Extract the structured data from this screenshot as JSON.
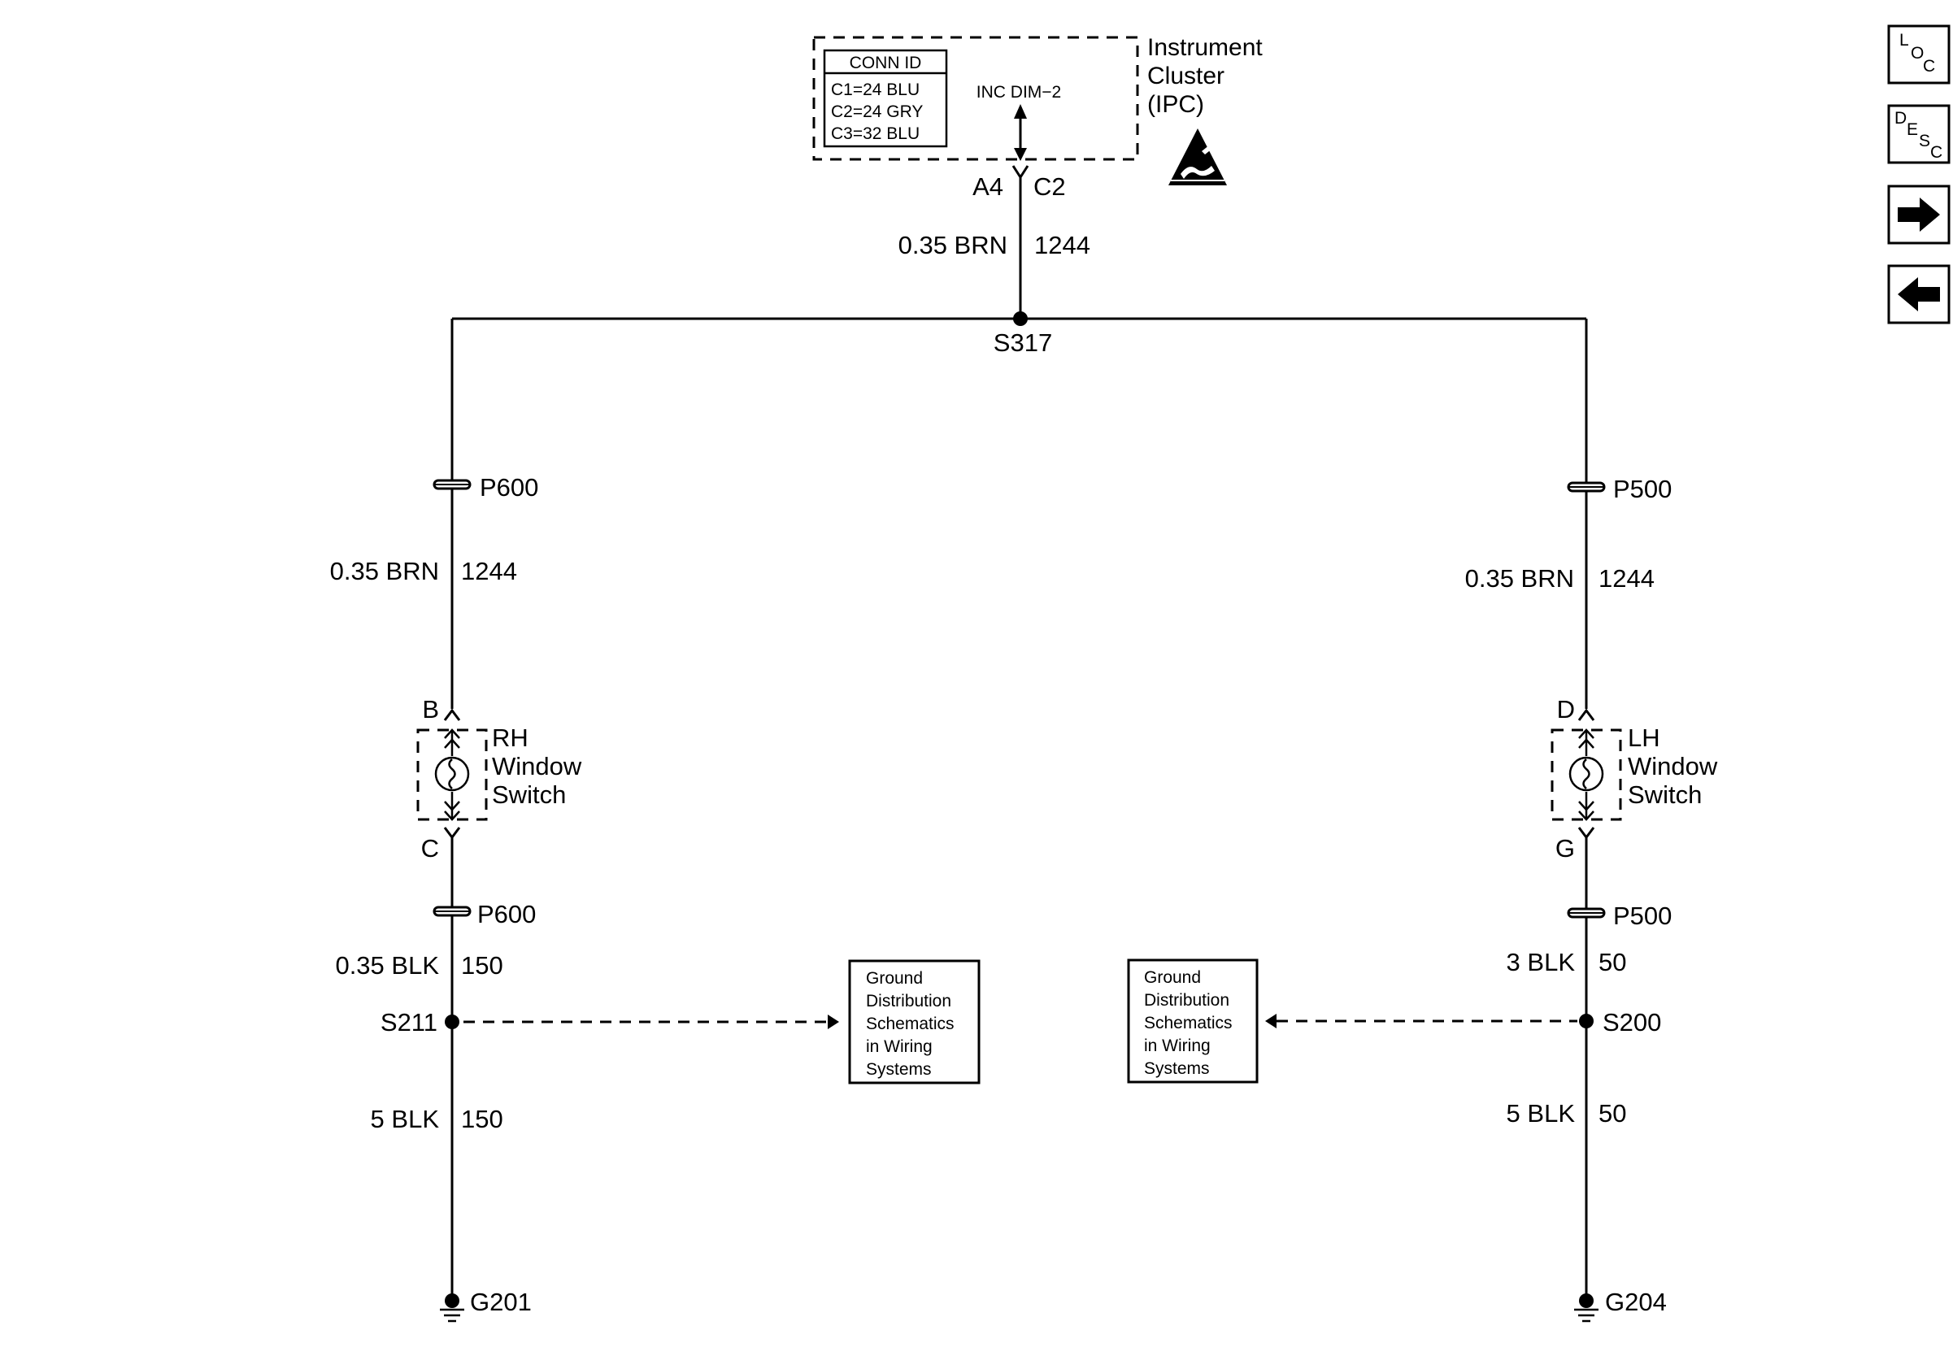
{
  "ipc": {
    "conn_id_header": "CONN ID",
    "conn_lines": [
      "C1=24 BLU",
      "C2=24 GRY",
      "C3=32 BLU"
    ],
    "signal": "INC DIM−2",
    "name_lines": [
      "Instrument",
      "Cluster",
      "(IPC)"
    ],
    "pin_left": "A4",
    "pin_right": "C2"
  },
  "top_wire": {
    "gauge": "0.35 BRN",
    "circuit": "1244"
  },
  "splice_top": "S317",
  "left": {
    "connector_upper": "P600",
    "wire_upper": {
      "gauge": "0.35 BRN",
      "circuit": "1244"
    },
    "pin_top": "B",
    "pin_bottom": "C",
    "switch_lines": [
      "RH",
      "Window",
      "Switch"
    ],
    "connector_lower": "P600",
    "wire_mid": {
      "gauge": "0.35 BLK",
      "circuit": "150"
    },
    "splice": "S211",
    "wire_lower": {
      "gauge": "5 BLK",
      "circuit": "150"
    },
    "ground": "G201"
  },
  "right": {
    "connector_upper": "P500",
    "wire_upper": {
      "gauge": "0.35 BRN",
      "circuit": "1244"
    },
    "pin_top": "D",
    "pin_bottom": "G",
    "switch_lines": [
      "LH",
      "Window",
      "Switch"
    ],
    "connector_lower": "P500",
    "wire_mid": {
      "gauge": "3 BLK",
      "circuit": "50"
    },
    "splice": "S200",
    "wire_lower": {
      "gauge": "5 BLK",
      "circuit": "50"
    },
    "ground": "G204"
  },
  "ref_box_lines": [
    "Ground",
    "Distribution",
    "Schematics",
    "in Wiring",
    "Systems"
  ],
  "nav": {
    "loc": [
      "L",
      "O",
      "C"
    ],
    "desc": [
      "D",
      "E",
      "S",
      "C"
    ]
  }
}
